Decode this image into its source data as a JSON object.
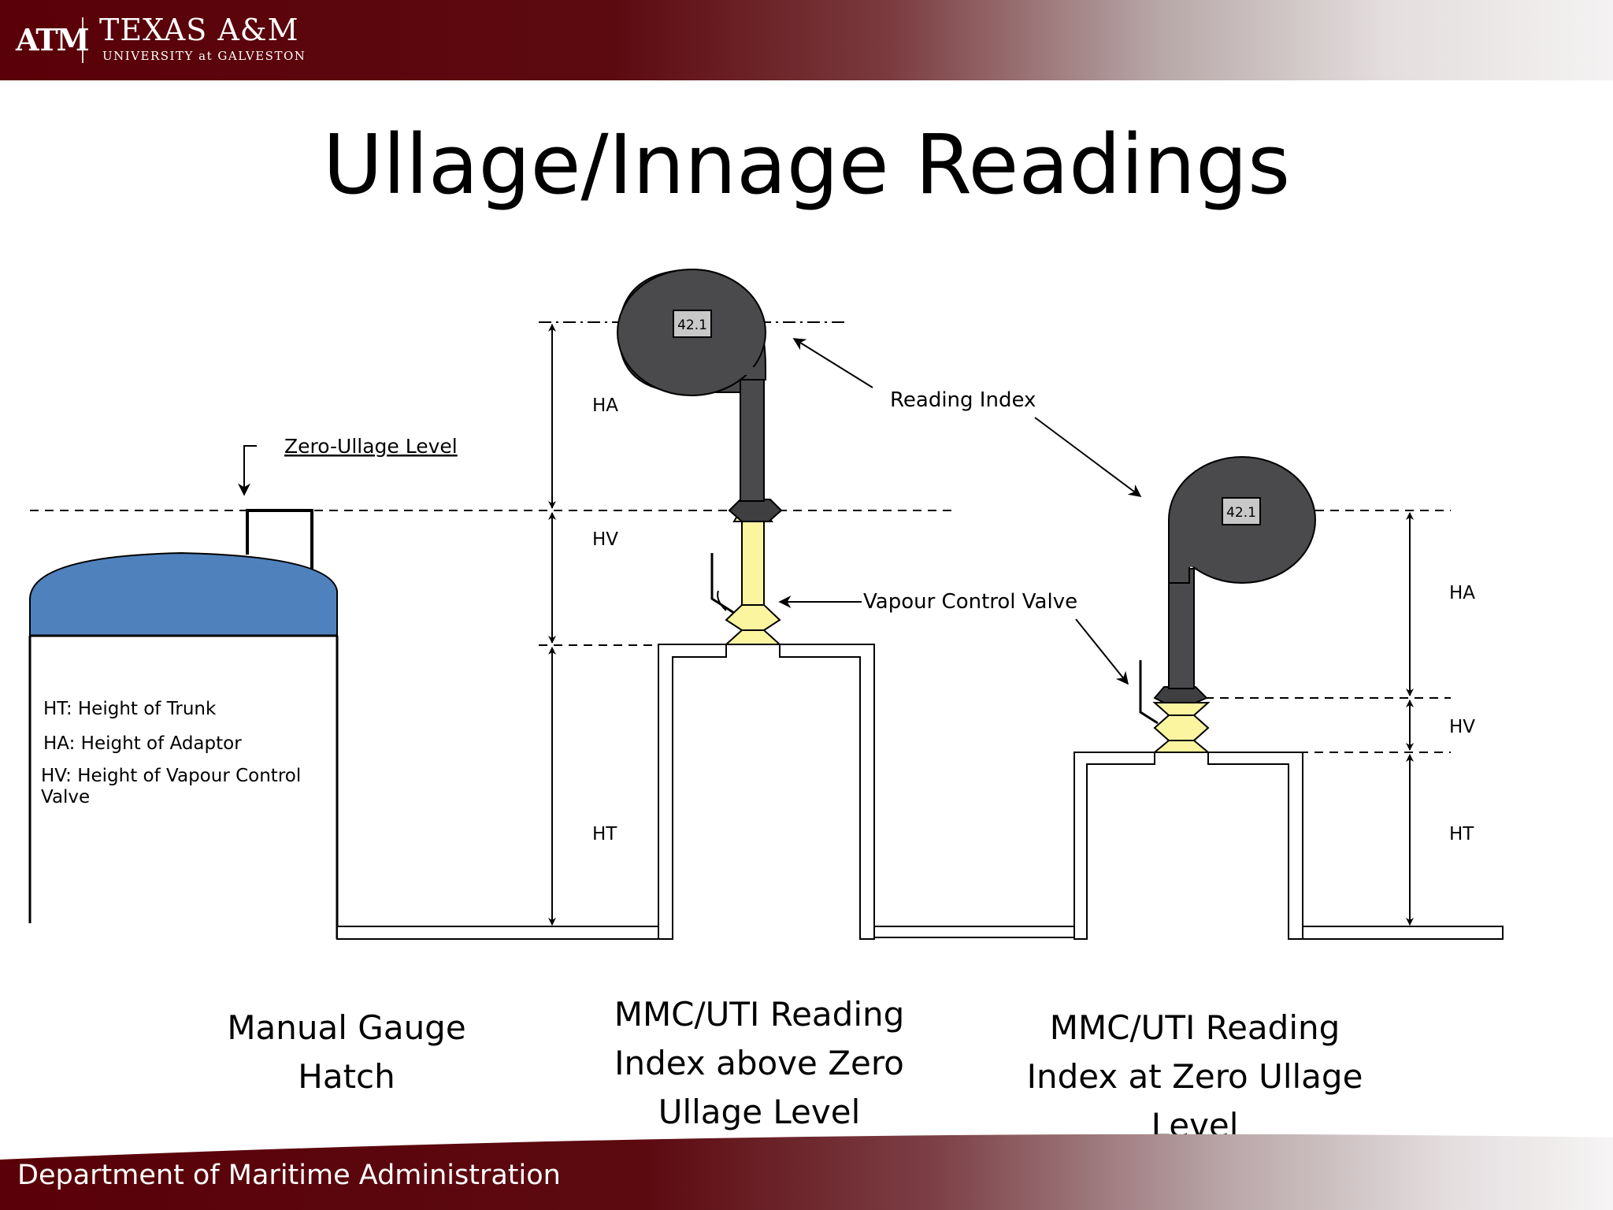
{
  "header": {
    "logo_mark": "ATM",
    "logo_name": "TEXAS A&M",
    "logo_sub": "UNIVERSITY at GALVESTON"
  },
  "title": "Ullage/Innage Readings",
  "diagram": {
    "zero_ullage_label": "Zero-Ullage Level",
    "legend": [
      "HT: Height of Trunk",
      "HA: Height of Adaptor",
      "HV: Height of Vapour Control Valve"
    ],
    "dim_labels": {
      "ha": "HA",
      "hv": "HV",
      "ht": "HT"
    },
    "reading_index_label": "Reading Index",
    "vapour_valve_label": "Vapour Control Valve",
    "gauge_display": "42.1",
    "colors": {
      "tank_top": "#4f81bd",
      "gauge": "#4a494b",
      "valve": "#fbf5a0",
      "brand": "#5a0008"
    }
  },
  "captions": {
    "left": [
      "Manual Gauge",
      "Hatch"
    ],
    "middle": [
      "MMC/UTI Reading",
      "Index above Zero",
      "Ullage Level"
    ],
    "right": [
      "MMC/UTI Reading",
      "Index at Zero Ullage",
      "Level"
    ]
  },
  "footer": {
    "department": "Department of Maritime Administration"
  }
}
